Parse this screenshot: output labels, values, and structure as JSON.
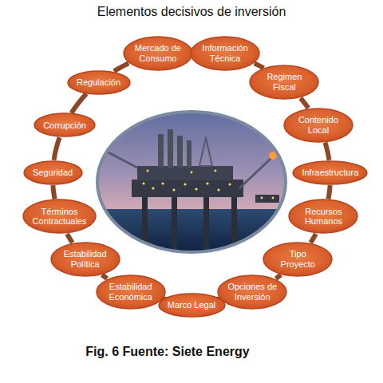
{
  "diagram": {
    "title": "Elementos decisivos de inversión",
    "caption": "Fig. 6 Fuente: Siete Energy",
    "nodes": [
      {
        "text": [
          "Mercado de Consumo"
        ]
      },
      {
        "text": [
          "Información Técnica"
        ]
      },
      {
        "text": [
          "Regimen Fiscal"
        ]
      },
      {
        "text": [
          "Contenido Local"
        ]
      },
      {
        "text": [
          "Infraestructura"
        ]
      },
      {
        "text": [
          "Recursos Humanos"
        ]
      },
      {
        "text": [
          "Tipo Proyecto"
        ]
      },
      {
        "text": [
          "Opciones de Inversión"
        ]
      },
      {
        "text": [
          "Marco Legal"
        ]
      },
      {
        "text": [
          "Estabilidad Económica"
        ]
      },
      {
        "text": [
          "Estabilidad Política"
        ]
      },
      {
        "text": [
          "Términos Contractuales"
        ]
      },
      {
        "text": [
          "Seguridad"
        ]
      },
      {
        "text": [
          "Corrupción"
        ]
      },
      {
        "text": [
          "Regulación"
        ]
      }
    ],
    "edges": [
      {
        "from": 0,
        "to": 1,
        "arrow": "none"
      },
      {
        "from": 1,
        "to": 2,
        "arrow": "none"
      },
      {
        "from": 2,
        "to": 3,
        "arrow": "none"
      },
      {
        "from": 3,
        "to": 4,
        "arrow": "none"
      },
      {
        "from": 4,
        "to": 5,
        "arrow": "none"
      },
      {
        "from": 5,
        "to": 6,
        "arrow": "none"
      },
      {
        "from": 6,
        "to": 7,
        "arrow": "none"
      },
      {
        "from": 7,
        "to": 8,
        "arrow": "none"
      },
      {
        "from": 8,
        "to": 9,
        "arrow": "none"
      },
      {
        "from": 9,
        "to": 10,
        "arrow": "none"
      },
      {
        "from": 10,
        "to": 11,
        "arrow": "none"
      },
      {
        "from": 11,
        "to": 12,
        "arrow": "none"
      },
      {
        "from": 12,
        "to": 13,
        "arrow": "none"
      },
      {
        "from": 13,
        "to": 14,
        "arrow": "none"
      },
      {
        "from": 14,
        "to": 0,
        "arrow": "none"
      }
    ]
  }
}
